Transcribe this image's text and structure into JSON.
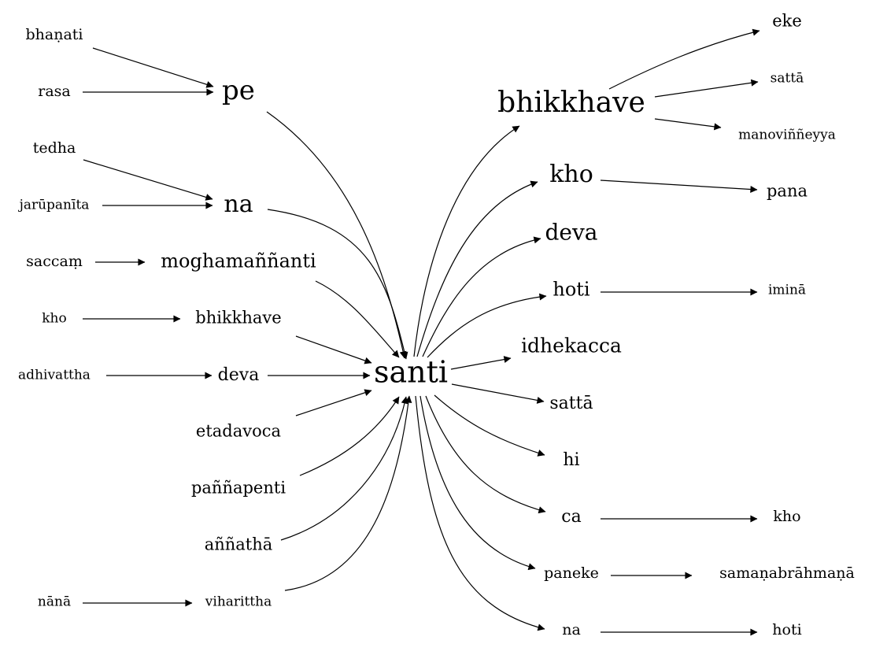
{
  "graph": {
    "nodes": [
      {
        "id": "santi",
        "label": "santi"
      },
      {
        "id": "bhanati",
        "label": "bhaṇati"
      },
      {
        "id": "rasa",
        "label": "rasa"
      },
      {
        "id": "pe",
        "label": "pe"
      },
      {
        "id": "tedha",
        "label": "tedha"
      },
      {
        "id": "jarupanita",
        "label": "jarūpanīta"
      },
      {
        "id": "na_l",
        "label": "na"
      },
      {
        "id": "saccam",
        "label": "saccaṃ"
      },
      {
        "id": "moghamannanti",
        "label": "moghamaññanti"
      },
      {
        "id": "kho_l",
        "label": "kho"
      },
      {
        "id": "bhikkhave_l",
        "label": "bhikkhave"
      },
      {
        "id": "adhivattha",
        "label": "adhivattha"
      },
      {
        "id": "deva_l",
        "label": "deva"
      },
      {
        "id": "etadavoca",
        "label": "etadavoca"
      },
      {
        "id": "pannapenti",
        "label": "paññapenti"
      },
      {
        "id": "annatha",
        "label": "aññathā"
      },
      {
        "id": "nana",
        "label": "nānā"
      },
      {
        "id": "viharittha",
        "label": "viharittha"
      },
      {
        "id": "bhikkhave_r",
        "label": "bhikkhave"
      },
      {
        "id": "eke",
        "label": "eke"
      },
      {
        "id": "satta_t",
        "label": "sattā"
      },
      {
        "id": "manovinneyya",
        "label": "manoviññeyya"
      },
      {
        "id": "kho_r",
        "label": "kho"
      },
      {
        "id": "pana",
        "label": "pana"
      },
      {
        "id": "deva_r",
        "label": "deva"
      },
      {
        "id": "hoti_r",
        "label": "hoti"
      },
      {
        "id": "imina",
        "label": "iminā"
      },
      {
        "id": "idhekacca",
        "label": "idhekacca"
      },
      {
        "id": "satta_r",
        "label": "sattā"
      },
      {
        "id": "hi",
        "label": "hi"
      },
      {
        "id": "ca",
        "label": "ca"
      },
      {
        "id": "kho_rr",
        "label": "kho"
      },
      {
        "id": "paneke",
        "label": "paneke"
      },
      {
        "id": "samana",
        "label": "samaṇabrāhmaṇā"
      },
      {
        "id": "na_r",
        "label": "na"
      },
      {
        "id": "hoti_rr",
        "label": "hoti"
      }
    ],
    "edges": [
      {
        "from": "bhanati",
        "to": "pe"
      },
      {
        "from": "rasa",
        "to": "pe"
      },
      {
        "from": "pe",
        "to": "santi"
      },
      {
        "from": "tedha",
        "to": "na_l"
      },
      {
        "from": "jarupanita",
        "to": "na_l"
      },
      {
        "from": "na_l",
        "to": "santi"
      },
      {
        "from": "saccam",
        "to": "moghamannanti"
      },
      {
        "from": "moghamannanti",
        "to": "santi"
      },
      {
        "from": "kho_l",
        "to": "bhikkhave_l"
      },
      {
        "from": "bhikkhave_l",
        "to": "santi"
      },
      {
        "from": "adhivattha",
        "to": "deva_l"
      },
      {
        "from": "deva_l",
        "to": "santi"
      },
      {
        "from": "etadavoca",
        "to": "santi"
      },
      {
        "from": "pannapenti",
        "to": "santi"
      },
      {
        "from": "annatha",
        "to": "santi"
      },
      {
        "from": "nana",
        "to": "viharittha"
      },
      {
        "from": "viharittha",
        "to": "santi"
      },
      {
        "from": "santi",
        "to": "bhikkhave_r"
      },
      {
        "from": "bhikkhave_r",
        "to": "eke"
      },
      {
        "from": "bhikkhave_r",
        "to": "satta_t"
      },
      {
        "from": "bhikkhave_r",
        "to": "manovinneyya"
      },
      {
        "from": "santi",
        "to": "kho_r"
      },
      {
        "from": "kho_r",
        "to": "pana"
      },
      {
        "from": "santi",
        "to": "deva_r"
      },
      {
        "from": "santi",
        "to": "hoti_r"
      },
      {
        "from": "hoti_r",
        "to": "imina"
      },
      {
        "from": "santi",
        "to": "idhekacca"
      },
      {
        "from": "santi",
        "to": "satta_r"
      },
      {
        "from": "santi",
        "to": "hi"
      },
      {
        "from": "santi",
        "to": "ca"
      },
      {
        "from": "ca",
        "to": "kho_rr"
      },
      {
        "from": "santi",
        "to": "paneke"
      },
      {
        "from": "paneke",
        "to": "samana"
      },
      {
        "from": "santi",
        "to": "na_r"
      },
      {
        "from": "na_r",
        "to": "hoti_rr"
      }
    ]
  }
}
